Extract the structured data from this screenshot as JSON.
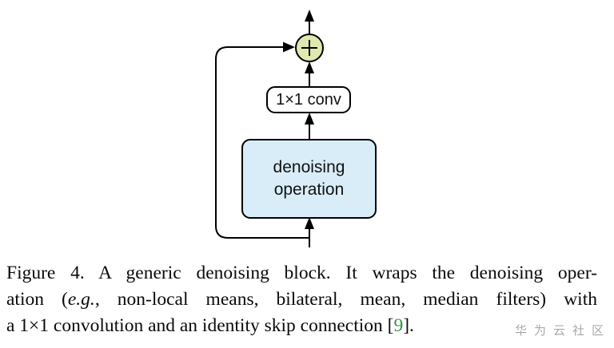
{
  "figure": {
    "diagram": {
      "conv_label": "1×1 conv",
      "op_label_line1": "denoising",
      "op_label_line2": "operation",
      "add_symbol": "+",
      "colors": {
        "add_node_fill": "#dee8af",
        "op_box_fill": "#d9edf8",
        "conv_box_fill": "#ffffff",
        "line_stroke": "#000000"
      }
    },
    "caption": {
      "line1": "Figure 4. A generic denoising block. It wraps the denoising oper-",
      "line2_pre": "ation (",
      "line2_italic": "e.g.",
      "line2_post": ", non-local means, bilateral, mean, median filters) with",
      "line3_pre": "a 1×1 convolution and an identity skip connection [",
      "line3_cite": "9",
      "line3_post": "].",
      "citation_color": "#2e9640"
    },
    "watermark": {
      "text": "华为云社区",
      "color": "#a8a8a8"
    }
  }
}
